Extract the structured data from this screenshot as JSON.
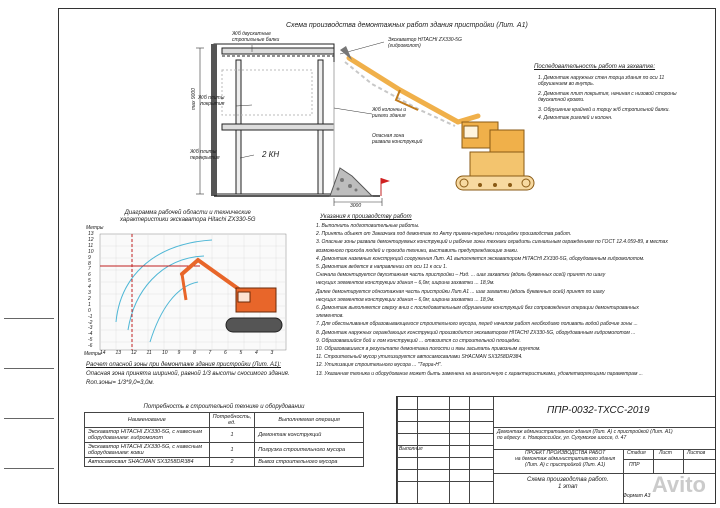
{
  "main_title": "Схема производства демонтажных работ здания пристройки (Лит. А1)",
  "labels": {
    "beams": "Ж/б двускатные\nстропильные балки",
    "roof_slab": "Ж/б плиты\nпокрытия",
    "floor_slab": "Ж/б плиты\nперекрытия",
    "crane": "2 КН",
    "height_dim": "max 9000",
    "columns": "Ж/б колонны и\nригели здания",
    "danger_zone": "Опасная зона\nразвала конструкций",
    "excavator": "Экскаватор HITACHI ZX330-5G\n(гидромолот)",
    "width_dim": "3000"
  },
  "sequence": {
    "title": "Последовательность работ на захватке:",
    "items": [
      "1. Демонтаж наружных стен торца здания по оси 11\nобрушением во внутрь.",
      "2. Демонтаж плит покрытия, начиная с низовой стороны\nдвускатной кровли.",
      "3. Обрушение крайней и торцу ж/б стропильной балки.",
      "4. Демонтаж ригелей и колонн."
    ]
  },
  "diagram": {
    "title": "Диаграмма рабочей области и технические\nхарактеристики экскаватора Hitachi ZX330-5G",
    "ylabel": "Метры",
    "xlabel": "Метры",
    "yticks": [
      "13",
      "12",
      "11",
      "10",
      "9",
      "8",
      "7",
      "6",
      "5",
      "4",
      "3",
      "2",
      "1",
      "0",
      "-1",
      "-2",
      "-3",
      "-4",
      "-5",
      "-6"
    ],
    "xticks": [
      "14",
      "13",
      "12",
      "11",
      "10",
      "9",
      "8",
      "7",
      "6",
      "5",
      "4",
      "3"
    ]
  },
  "calc": {
    "lines": [
      "Расчет опасной зоны при демонтаже здания пристройки (Лит. А1):",
      "Опасная зона принята шириной, равной 1/3 высоты сносимого здания.",
      "Rоп.зоны= 1/3*9,0=3,0м."
    ]
  },
  "notes": {
    "title": "Указания к производству работ",
    "items": [
      "1.   Выполнить подготовительные работы.",
      "2.   Принять объект от Заказчика под демонтаж по Акту приема-передачи площадки производства работ.",
      "3.   Опасные зоны развала демонтируемых конструкций и рабочие зоны техники оградить сигнальным ограждением по ГОСТ 12.4.059-89, в местах",
      "возможного прохода людей и проезда техники, выставить предупреждающие знаки.",
      "4.   Демонтаж наземных конструкций сооружения Лит. А1 выполняется экскаватором HITACHI ZX330-5G, оборудованным гидромолотом.",
      "5.   Демонтаж ведется в направлении от оси 11 к оси 1.",
      "Сначала демонтируется двухэтажная часть пристройки – Нзд. ... шаг захватки (вдоль буквенных осей) принят по шагу",
      "несущих элементов конструкции здания – 6,0м; ширина захватки ... 18,9м.",
      "Далее демонтируется одноэтажная часть пристройки Лит.А1 ... шаг захватки (вдоль буквенных осей) принят по шагу",
      "несущих элементов конструкции здания – 6,0м; ширина захватки ... 18,9м.",
      "6.   Демонтаж выполняется сверху вниз с последовательным обрушением конструкций без сопровождения операции демонтированных",
      "элементов.",
      "7.   Для обеспыливания образовывающегося строительного мусора, перед началом работ необходимо поливать водой рабочие зоны ...",
      "8.   Демонтаж наружных ограждающих конструкций производится экскаватором HITACHI ZX330-5G, оборудованным гидромолотом ...",
      "9.   Образовавшийся бой и лом конструкций ... отвозится со строительной площадки.",
      "10.  Образовавшиеся в результате демонтажа полости и ямы засыпать привозным грунтом.",
      "11.  Строительный мусор утилизируется автосамосвалами SHACMAN SX3258DR384.",
      "12.  Утилизация строительного мусора ... \"Терра-Н\".",
      "13.  Указанная техника и оборудование может быть заменена на аналогичную с характеристиками, удовлетворяющими параметрам ..."
    ]
  },
  "equipment": {
    "title": "Потребность в строительной технике и оборудовании",
    "headers": [
      "Наименование",
      "Потребность, ед.",
      "Выполняемая операция"
    ],
    "rows": [
      [
        "Экскаватор HITACHI ZX330-5G, с навесным оборудованием: гидромолот",
        "1",
        "Демонтаж конструкций"
      ],
      [
        "Экскаватор HITACHI ZX330-5G, с навесным оборудованием: ковш",
        "1",
        "Погрузка строительного мусора"
      ],
      [
        "Автосамосвал SHACMAN SX3258DR384",
        "2",
        "Вывоз строительного мусора"
      ]
    ]
  },
  "title_block": {
    "code": "ППР-0032-ТХСС-2019",
    "object": "Демонтаж административного здания (Лит. А) с пристройкой (Лит. А1)\nпо адресу: г. Новороссийск, ул. Сухумское шоссе, д. 47",
    "project": "ПРОЕКТ ПРОИЗВОДСТВА РАБОТ\nна демонтаж административного здания\n(Лит. А) с пристройкой (Лит. А1)",
    "stage_hdr": "Стадия",
    "sheet_hdr": "Лист",
    "sheets_hdr": "Листов",
    "stage": "ППР",
    "drawing": "Схема производства работ.\n1 этап",
    "performed": "Выполнил",
    "format": "Формат А3"
  },
  "watermark": "Avito",
  "colors": {
    "excavator": "#f0b04a",
    "excavator_dark": "#c07a1c",
    "diagram_machine": "#e8662a",
    "cyan_lines": "#4fb7d6",
    "danger": "#d02020"
  }
}
